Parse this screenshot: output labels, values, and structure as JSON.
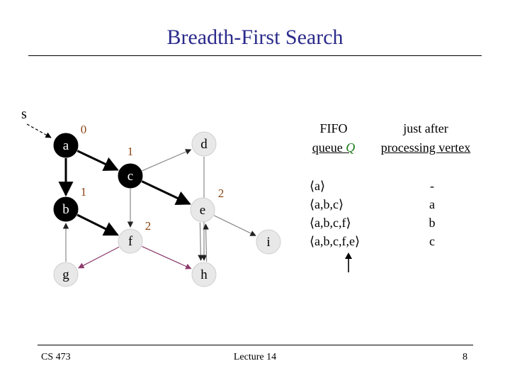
{
  "title": "Breadth-First Search",
  "graph": {
    "source_label": "s",
    "nodes": [
      {
        "id": "a",
        "label": "a",
        "filled": true
      },
      {
        "id": "b",
        "label": "b",
        "filled": true
      },
      {
        "id": "c",
        "label": "c",
        "filled": true
      },
      {
        "id": "d",
        "label": "d",
        "filled": false
      },
      {
        "id": "e",
        "label": "e",
        "filled": false
      },
      {
        "id": "f",
        "label": "f",
        "filled": false
      },
      {
        "id": "g",
        "label": "g",
        "filled": false
      },
      {
        "id": "h",
        "label": "h",
        "filled": false
      },
      {
        "id": "i",
        "label": "i",
        "filled": false
      }
    ],
    "distances": [
      {
        "node": "a",
        "value": "0"
      },
      {
        "node": "c",
        "value": "1"
      },
      {
        "node": "b",
        "value": "1"
      },
      {
        "node": "e",
        "value": "2"
      },
      {
        "node": "f",
        "value": "2"
      }
    ],
    "edges": [
      {
        "from": "a",
        "to": "c",
        "kind": "tree"
      },
      {
        "from": "a",
        "to": "b",
        "kind": "tree"
      },
      {
        "from": "b",
        "to": "f",
        "kind": "tree"
      },
      {
        "from": "c",
        "to": "e",
        "kind": "tree"
      },
      {
        "from": "c",
        "to": "d",
        "kind": "normal"
      },
      {
        "from": "c",
        "to": "f",
        "kind": "normal"
      },
      {
        "from": "d",
        "to": "h",
        "kind": "normal"
      },
      {
        "from": "e",
        "to": "i",
        "kind": "normal"
      },
      {
        "from": "e",
        "to": "h",
        "kind": "normal"
      },
      {
        "from": "h",
        "to": "e",
        "kind": "normal"
      },
      {
        "from": "f",
        "to": "g",
        "kind": "highlight"
      },
      {
        "from": "f",
        "to": "h",
        "kind": "highlight"
      },
      {
        "from": "g",
        "to": "b",
        "kind": "normal"
      }
    ],
    "colors": {
      "tree": "#000000",
      "normal": "#888888",
      "highlight": "#8b3a6b",
      "node_fill": "#000000",
      "node_empty": "#e8e8e8",
      "distance": "#8b4513"
    }
  },
  "queue_header_line1": "FIFO",
  "queue_header_line2_text": "queue ",
  "queue_header_letter": "Q",
  "vertex_header_line1": "just after",
  "vertex_header_line2": "processing vertex",
  "queue_rows": [
    "⟨a⟩",
    "⟨a,b,c⟩",
    "⟨a,b,c,f⟩",
    "⟨a,b,c,f,e⟩"
  ],
  "vertex_rows": [
    "-",
    "a",
    "b",
    "c"
  ],
  "footer": {
    "left": "CS 473",
    "center": "Lecture 14",
    "right": "8"
  }
}
